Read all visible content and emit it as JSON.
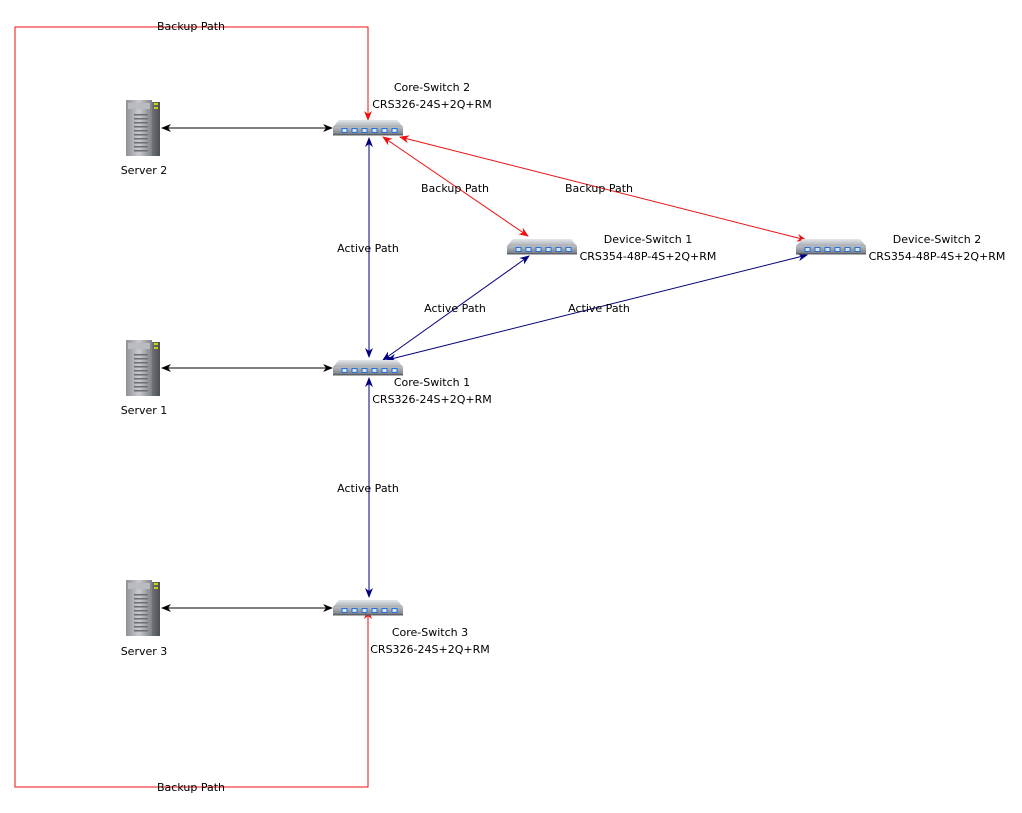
{
  "colors": {
    "backup": "#ee1111",
    "active": "#00007f",
    "link": "#000000"
  },
  "nodes": {
    "server2": {
      "label": "Server 2",
      "icon": "server-icon"
    },
    "server1": {
      "label": "Server 1",
      "icon": "server-icon"
    },
    "server3": {
      "label": "Server 3",
      "icon": "server-icon"
    },
    "core2": {
      "name": "Core-Switch 2",
      "model": "CRS326-24S+2Q+RM",
      "icon": "switch-icon"
    },
    "core1": {
      "name": "Core-Switch 1",
      "model": "CRS326-24S+2Q+RM",
      "icon": "switch-icon"
    },
    "core3": {
      "name": "Core-Switch 3",
      "model": "CRS326-24S+2Q+RM",
      "icon": "switch-icon"
    },
    "dev1": {
      "name": "Device-Switch 1",
      "model": "CRS354-48P-4S+2Q+RM",
      "icon": "switch-icon"
    },
    "dev2": {
      "name": "Device-Switch 2",
      "model": "CRS354-48P-4S+2Q+RM",
      "icon": "switch-icon"
    }
  },
  "edges": {
    "backup_top": {
      "label": "Backup Path",
      "type": "backup"
    },
    "backup_bottom": {
      "label": "Backup Path",
      "type": "backup"
    },
    "core2_dev1": {
      "label": "Backup Path",
      "type": "backup"
    },
    "core2_dev2": {
      "label": "Backup Path",
      "type": "backup"
    },
    "core1_core2": {
      "label": "Active Path",
      "type": "active"
    },
    "core1_dev1": {
      "label": "Active Path",
      "type": "active"
    },
    "core1_dev2": {
      "label": "Active Path",
      "type": "active"
    },
    "core1_core3": {
      "label": "Active Path",
      "type": "active"
    },
    "server2_core2": {
      "label": "",
      "type": "link"
    },
    "server1_core1": {
      "label": "",
      "type": "link"
    },
    "server3_core3": {
      "label": "",
      "type": "link"
    }
  }
}
